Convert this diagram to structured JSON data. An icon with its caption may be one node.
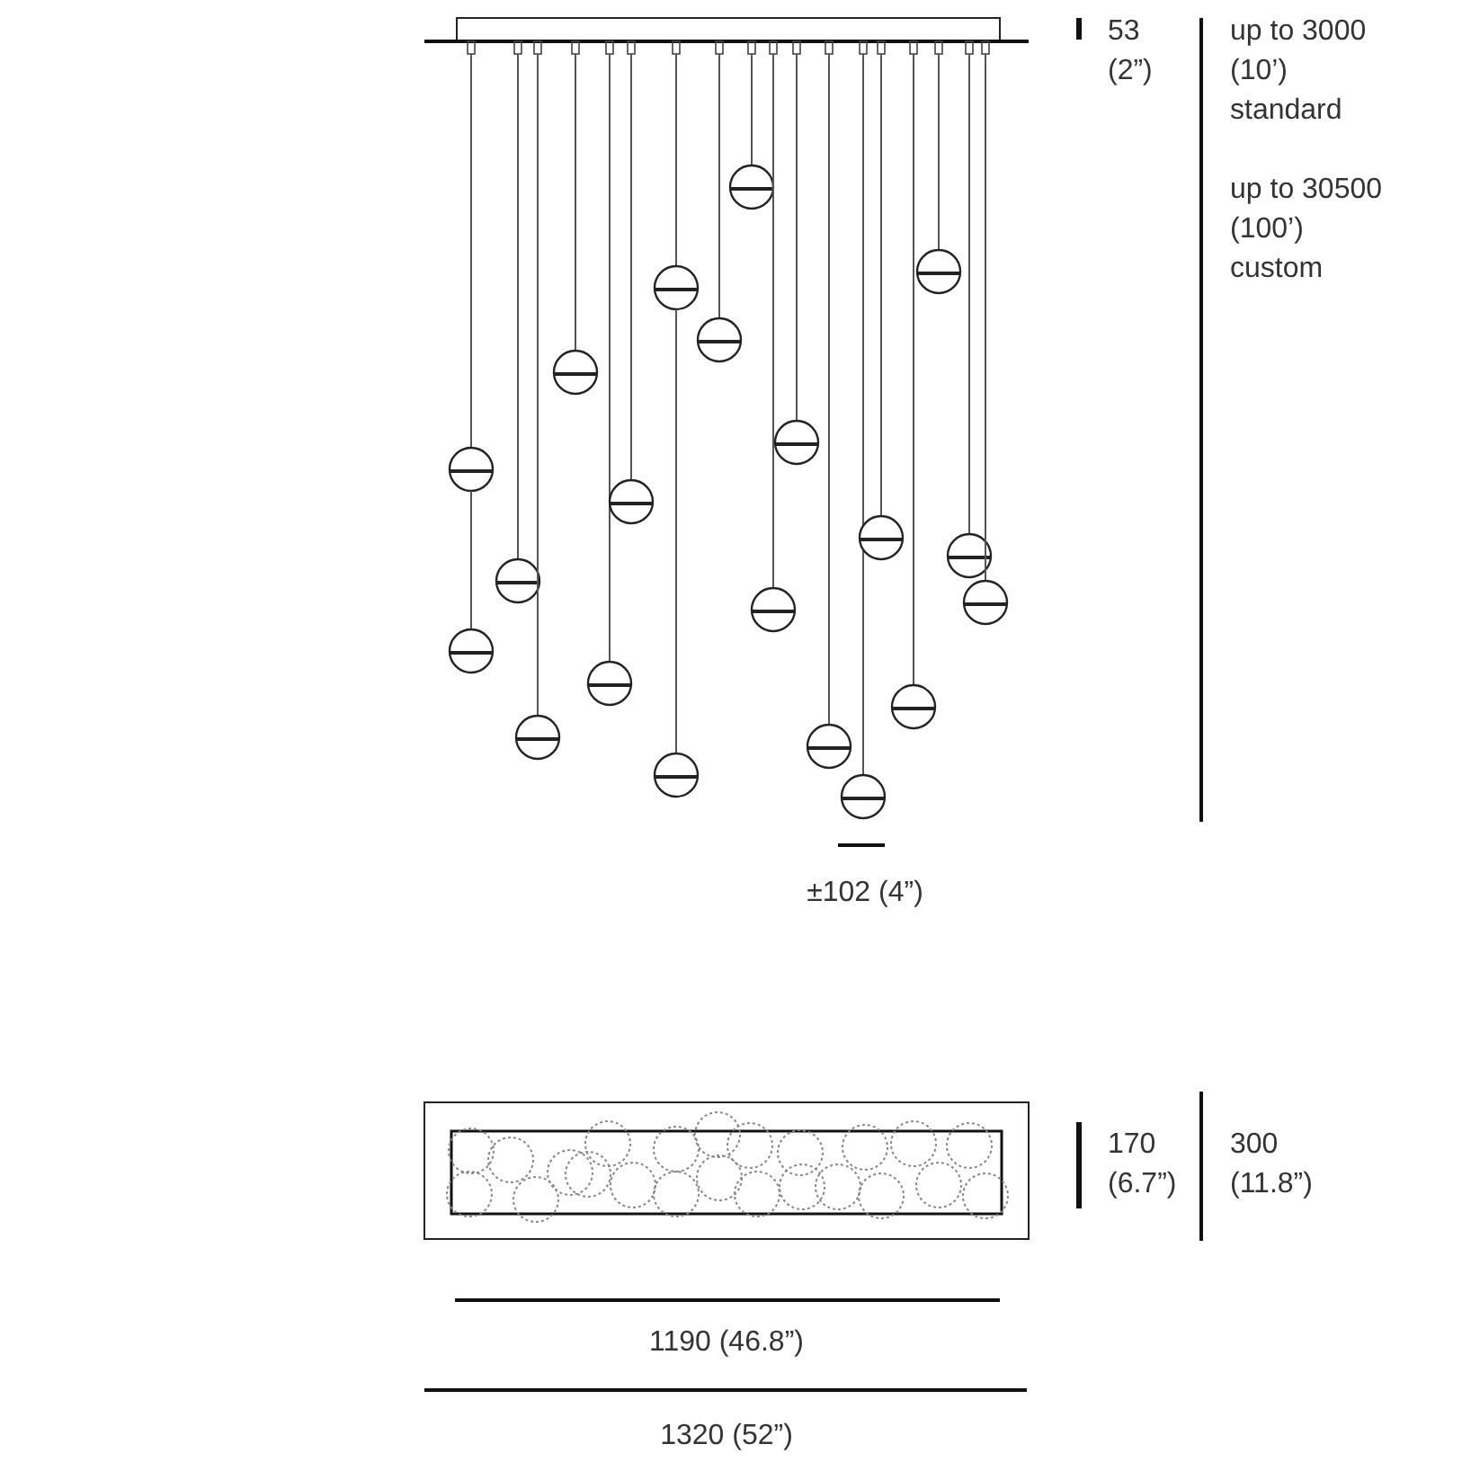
{
  "diagram": {
    "labels": [
      "53 (2”)",
      "up to 3000 (10’) standard",
      "up to 30500 (100’) custom",
      "±102 (4”)",
      "170 (6.7”)",
      "300 (11.8”)",
      "1190 (46.8”)",
      "1320 (52”)"
    ]
  }
}
